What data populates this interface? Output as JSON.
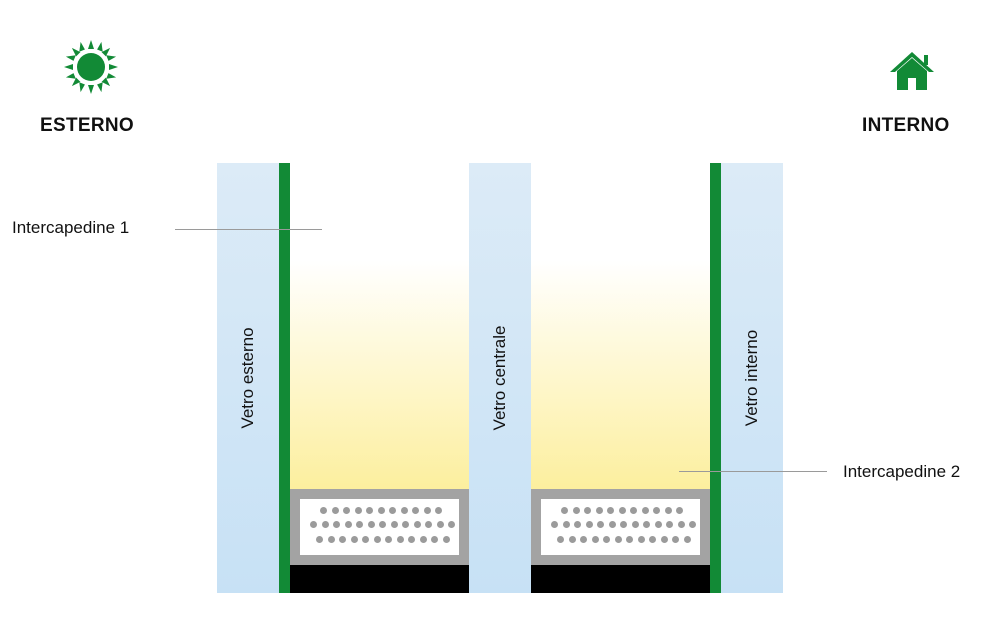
{
  "labels": {
    "outside": "ESTERNO",
    "inside": "INTERNO",
    "cavity_1": "Intercapedine 1",
    "cavity_2": "Intercapedine 2",
    "glass_outer": "Vetro esterno",
    "glass_middle": "Vetro centrale",
    "glass_inner": "Vetro interno"
  },
  "icons": {
    "outside": "sun-icon",
    "inside": "house-icon"
  },
  "colors": {
    "green": "#128a36",
    "glass": "#cfe5f6",
    "spacer": "#a3a3a3",
    "seal": "#000000",
    "gas_gradient": "#fcef9e"
  }
}
